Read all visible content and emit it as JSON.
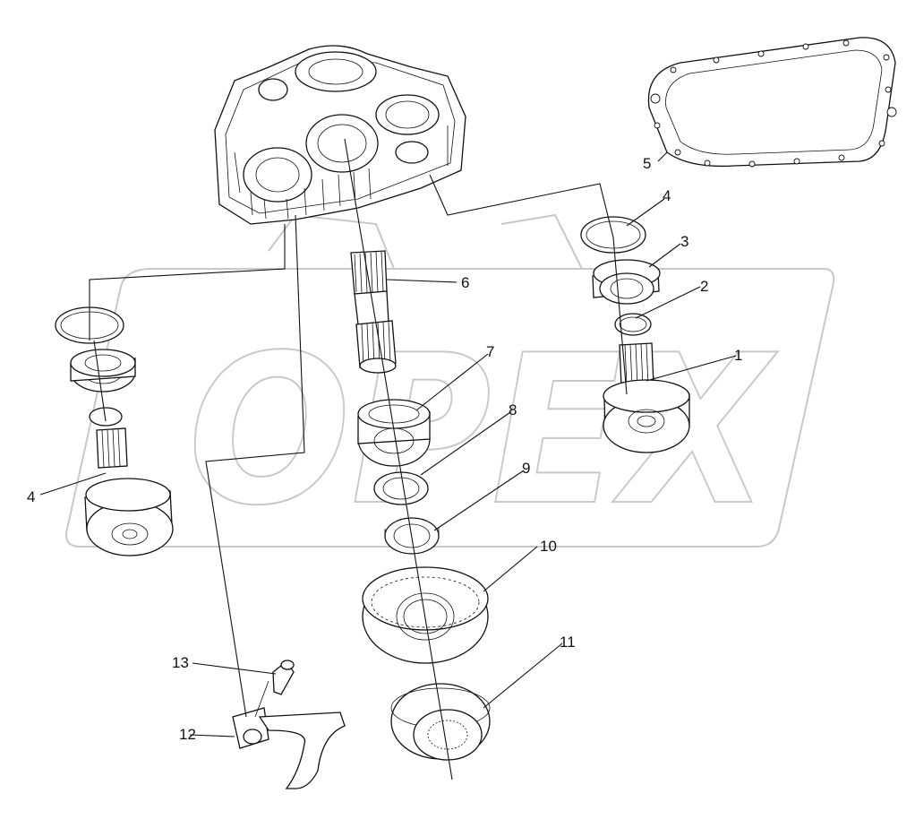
{
  "watermark": {
    "text": "OPEX"
  },
  "callouts": [
    {
      "id": "c1",
      "label": "1"
    },
    {
      "id": "c2",
      "label": "2"
    },
    {
      "id": "c3",
      "label": "3"
    },
    {
      "id": "c4a",
      "label": "4"
    },
    {
      "id": "c4b",
      "label": "4"
    },
    {
      "id": "c5",
      "label": "5"
    },
    {
      "id": "c6",
      "label": "6"
    },
    {
      "id": "c7",
      "label": "7"
    },
    {
      "id": "c8",
      "label": "8"
    },
    {
      "id": "c9",
      "label": "9"
    },
    {
      "id": "c10",
      "label": "10"
    },
    {
      "id": "c11",
      "label": "11"
    },
    {
      "id": "c12",
      "label": "12"
    },
    {
      "id": "c13",
      "label": "13"
    }
  ]
}
